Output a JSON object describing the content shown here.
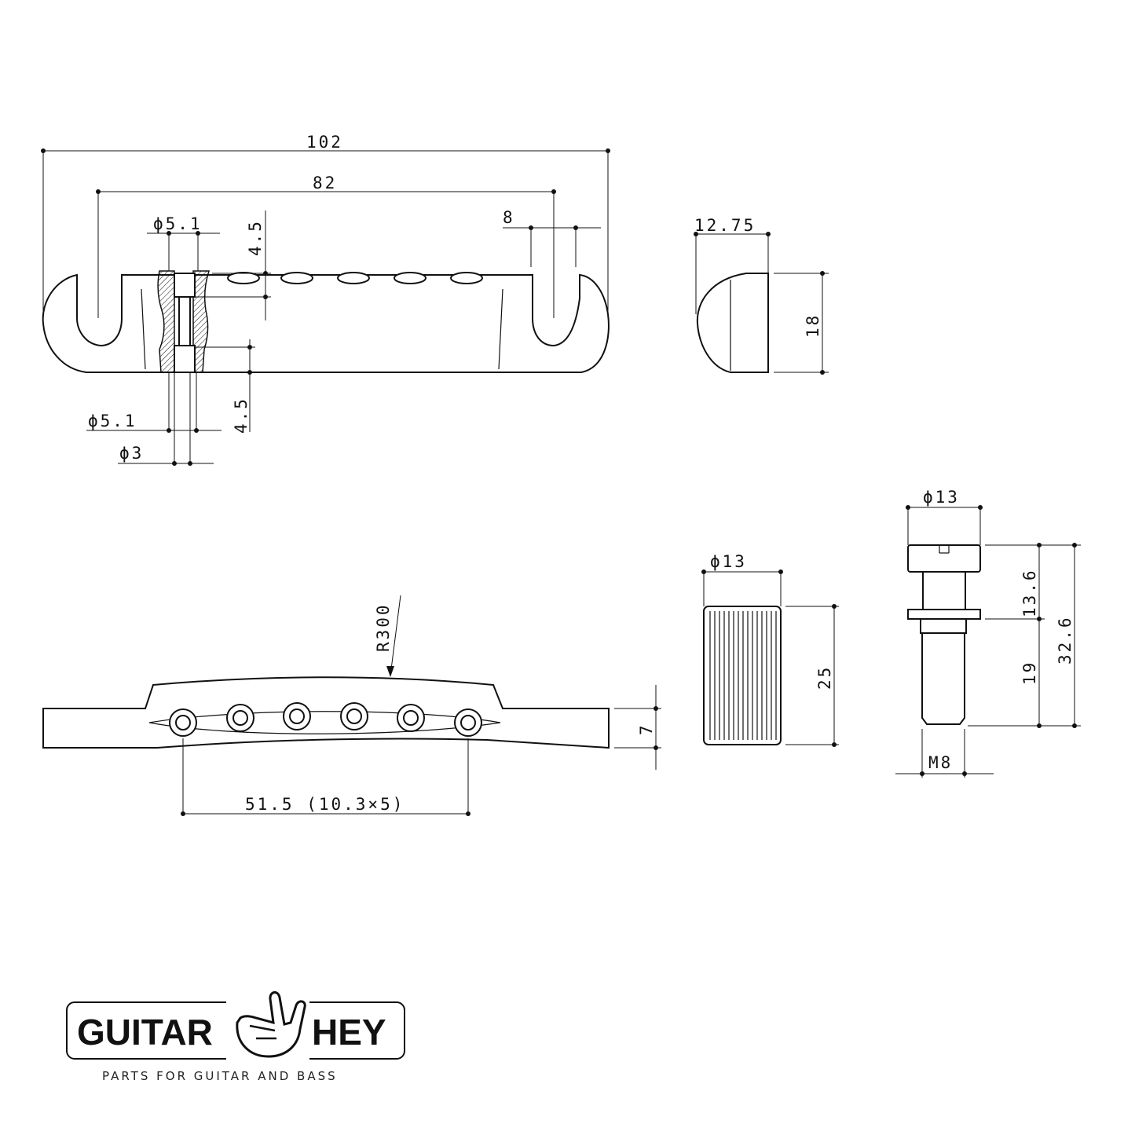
{
  "dimensions": {
    "total_length": "102",
    "post_spacing": "82",
    "slot_width": "8",
    "hole_dia_top": "ϕ5.1",
    "hole_dia_bottom": "ϕ5.1",
    "pin_dia": "ϕ3",
    "depth_top": "4.5",
    "depth_bottom": "4.5",
    "end_width": "12.75",
    "end_height": "18",
    "radius": "R300",
    "height_front": "7",
    "string_spacing": "51.5 (10.3×5)",
    "stud_dia": "ϕ13",
    "stud_height": "25",
    "bolt_head_dia": "ϕ13",
    "bolt_upper": "13.6",
    "bolt_lower": "19",
    "bolt_total": "32.6",
    "bolt_thread": "M8"
  },
  "logo": {
    "left": "GUITAR",
    "right": "HEY",
    "tagline": "PARTS FOR GUITAR AND BASS"
  }
}
